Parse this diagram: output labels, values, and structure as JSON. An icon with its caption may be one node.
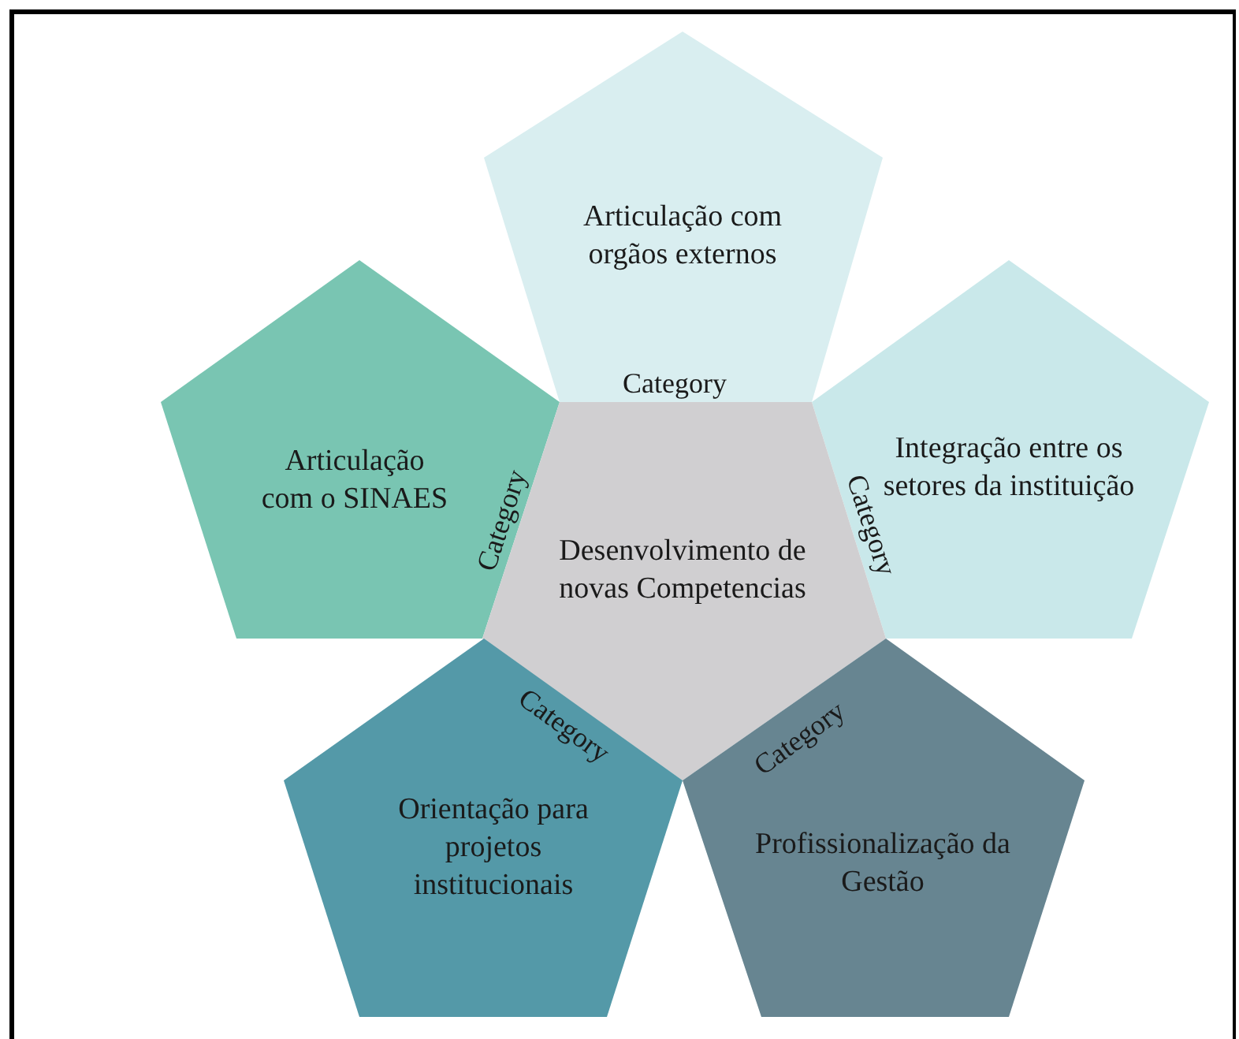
{
  "diagram": {
    "nodes": [
      {
        "text": [
          "Articulação com orgãos externos"
        ]
      },
      {
        "text": [
          "Articulação com o SINAES"
        ]
      },
      {
        "text": [
          "Integração entre os setores da instituição"
        ]
      },
      {
        "text": [
          "Desenvolvimento de novas Competencias"
        ]
      },
      {
        "text": [
          "Orientação para projetos institucionais"
        ]
      },
      {
        "text": [
          "Profissionalização da Gestão"
        ]
      }
    ],
    "labels": [
      "Category",
      "Category",
      "Category",
      "Category",
      "Category"
    ]
  }
}
